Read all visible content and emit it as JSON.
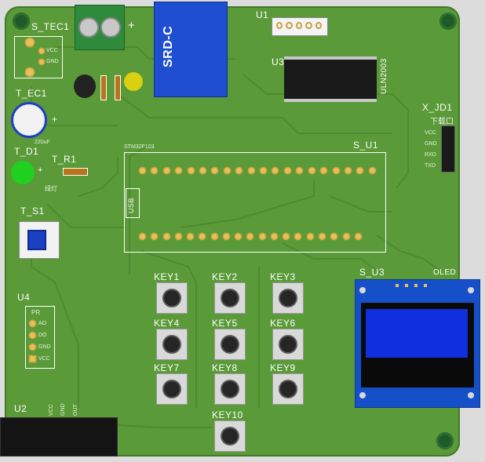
{
  "labels": {
    "s_tec1": "S_TEC1",
    "plus_top": "+",
    "relay": "SRD-C",
    "u1": "U1",
    "u3": "U3",
    "uln": "ULN2003",
    "t_ec1": "T_EC1",
    "cap_value": "220uF",
    "t_d1": "T_D1",
    "led_green": "绿灯",
    "t_r1": "T_R1",
    "t_s1": "T_S1",
    "x_jd1": "X_JD1",
    "download_port": "下载口",
    "s_u1": "S_U1",
    "stm": "STM32F103",
    "usb": "USB",
    "s_u3": "S_U3",
    "oled": "OLED",
    "u4": "U4",
    "pr": "PR",
    "u2": "U2",
    "vcc": "VCC",
    "gnd": "GND",
    "out": "OUT"
  },
  "connector_pins": [
    "VCC",
    "GND",
    "RXD",
    "TXD"
  ],
  "u4_pins": [
    "AO",
    "DO",
    "GND",
    "VCC"
  ],
  "s_tec1_pins": [
    "VCC",
    "GND"
  ],
  "keys": [
    "KEY1",
    "KEY2",
    "KEY3",
    "KEY4",
    "KEY5",
    "KEY6",
    "KEY7",
    "KEY8",
    "KEY9",
    "KEY10"
  ],
  "colors": {
    "pcb": "#5a9a38",
    "oled_screen": "#1030e0",
    "relay": "#1f4fd0",
    "terminal": "#2e8b3c",
    "led_yellow": "#d8d010",
    "led_green": "#20d020"
  }
}
